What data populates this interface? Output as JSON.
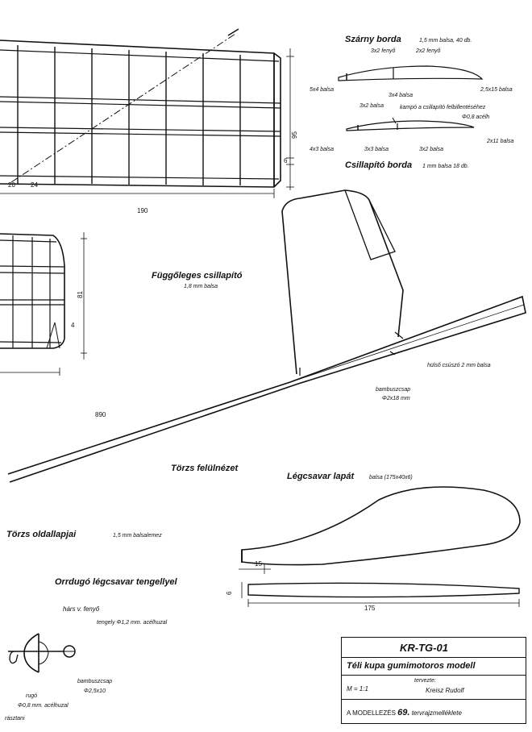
{
  "wing_rib": {
    "title": "Szárny borda",
    "material": "1,5 mm balsa, 40 db.",
    "spar_top_1": "3x2 fenyő",
    "spar_top_2": "2x2 fenyő",
    "leading_edge": "5x4 balsa",
    "trailing_edge": "2,5x15 balsa",
    "middle_spar": "3x4 balsa"
  },
  "stab_rib": {
    "spar": "3x2 balsa",
    "note_line1": "kampó a csillapító felbillentéséhez",
    "note_line2": "Φ0,8 acélh",
    "trailing_edge": "2x11 balsa",
    "le_1": "4x3 balsa",
    "le_2": "3x3 balsa",
    "le_3": "3x2 balsa",
    "title": "Csillapító borda",
    "material": "1 mm balsa 18 db."
  },
  "wing_dims": {
    "d20": "20",
    "d24": "24",
    "d95": "95",
    "d6": "6",
    "d190": "190"
  },
  "stab_dims": {
    "d81": "81",
    "d4": "4"
  },
  "fin": {
    "title": "Függőleges csillapító",
    "material": "1,8 mm balsa"
  },
  "fuselage": {
    "skid": "hülső csúszó 2 mm balsa",
    "peg_line1": "bambuszcsap",
    "peg_line2": "Φ2x18 mm",
    "length": "890",
    "top_view": "Törzs felülnézet",
    "side_panel_title": "Törzs oldallapjai",
    "side_panel_material": "1,5 mm balsalemez"
  },
  "propeller_blade": {
    "title": "Légcsavar lapát",
    "material": "balsa (175x40x6)",
    "d15": "15",
    "d6": "6",
    "d175": "175"
  },
  "nose": {
    "title": "Orrdugó légcsavar tengellyel",
    "wood": "hárs v. fenyő",
    "shaft": "tengely Φ1,2 mm. acélhuzal",
    "peg_line1": "bambuszcsap",
    "peg_line2": "Φ2,5x10",
    "hook_line1": "rugó",
    "hook_line2": "Φ0,8 mm. acélhuzal",
    "washer": "rásztani"
  },
  "title_block": {
    "code": "KR-TG-01",
    "name": "Téli kupa gumimotoros modell",
    "designed_label": "tervezte:",
    "scale": "M = 1:1",
    "designer": "Kreisz Rudolf",
    "source_prefix": "A MODELLEZÉS",
    "source_year": "69.",
    "source_suffix": "tervrajzmelléklete"
  }
}
